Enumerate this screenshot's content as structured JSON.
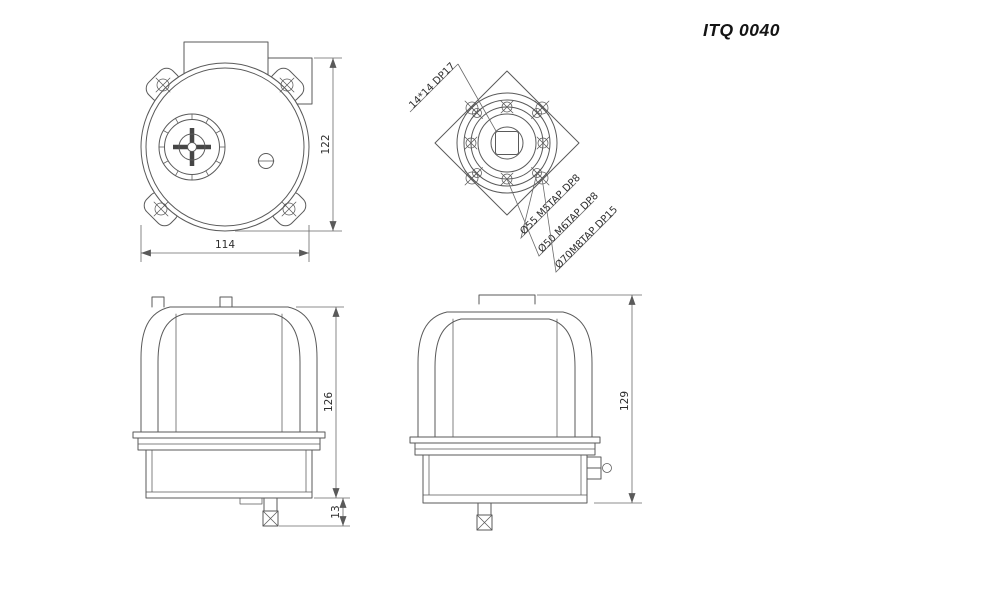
{
  "title": "ITQ 0040",
  "colors": {
    "ink": "#5a5a5a",
    "background": "#ffffff",
    "text": "#2e2e2e"
  },
  "drawing": {
    "top_view": {
      "dim_height": "122",
      "dim_width": "114"
    },
    "mounting_view": {
      "center_hole_label": "14*14 DP17",
      "bolt_labels": [
        "Ø55 M5TAP DP8",
        "Ø50 M6TAP DP8",
        "Ø70M8TAP DP15"
      ]
    },
    "front_view": {
      "dim_height": "126",
      "dim_shaft": "13"
    },
    "side_view": {
      "dim_height": "129"
    }
  }
}
